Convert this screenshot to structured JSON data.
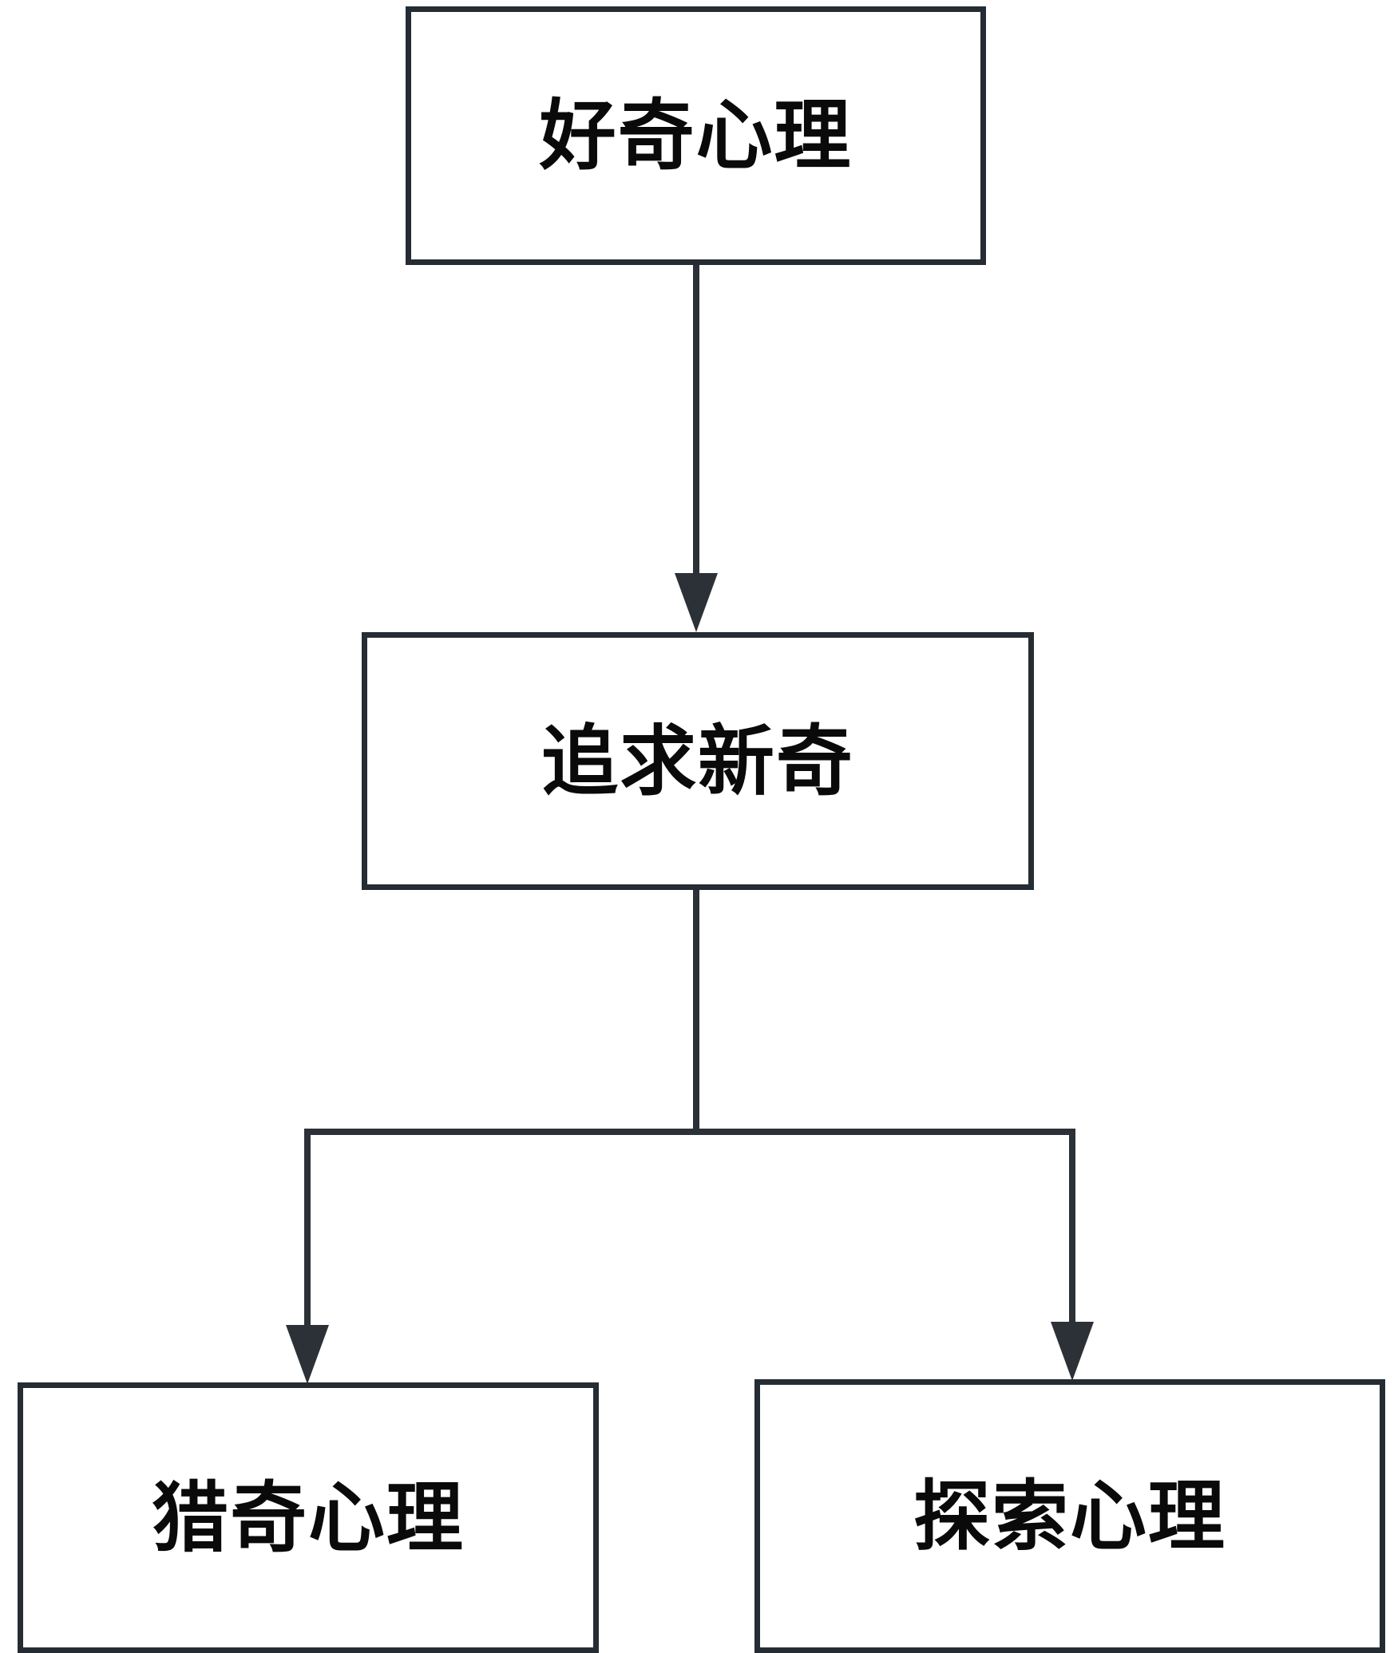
{
  "diagram": {
    "type": "flowchart",
    "orientation": "top-down",
    "background_color": "#ffffff",
    "box_border_color": "#252c33",
    "box_fill_color": "#ffffff",
    "text_color": "#0a0a0a",
    "connector_color": "#2b3137",
    "nodes": [
      {
        "id": "curiosity",
        "label": "好奇心理",
        "level": 0
      },
      {
        "id": "novelty",
        "label": "追求新奇",
        "level": 1
      },
      {
        "id": "sensation",
        "label": "猎奇心理",
        "level": 2
      },
      {
        "id": "exploration",
        "label": "探索心理",
        "level": 2
      }
    ],
    "edges": [
      {
        "from": "curiosity",
        "to": "novelty",
        "style": "straight-arrow"
      },
      {
        "from": "novelty",
        "to": "sensation",
        "style": "elbow-arrow"
      },
      {
        "from": "novelty",
        "to": "exploration",
        "style": "elbow-arrow"
      }
    ]
  }
}
